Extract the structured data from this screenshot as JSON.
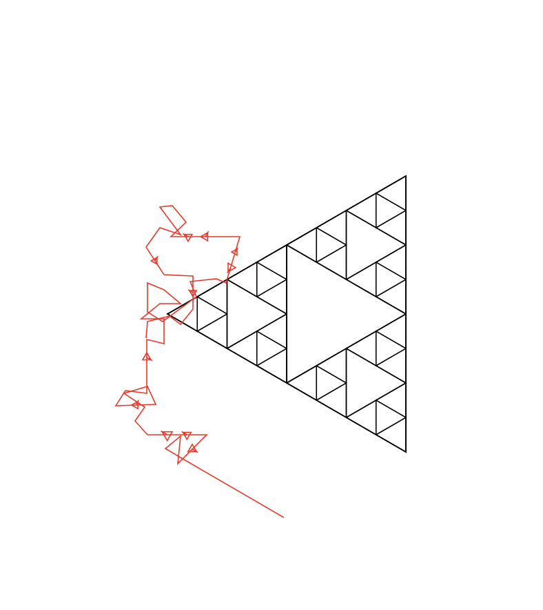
{
  "figure": {
    "fractal": "sierpinski-triangle",
    "orientation": "pointing-left",
    "recursion_depth": 3
  },
  "colors": {
    "background": "#ffffff",
    "fractal_stroke": "#000000",
    "turtle_path": "#e8392b"
  }
}
